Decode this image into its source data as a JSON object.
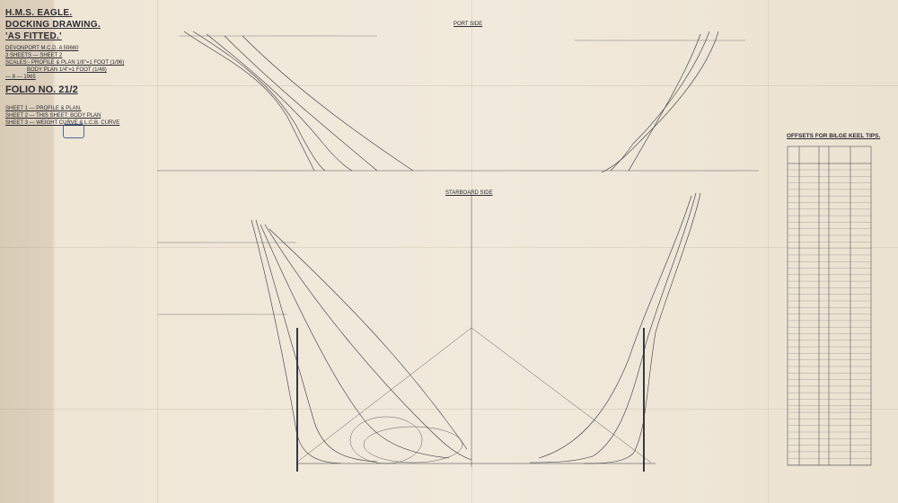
{
  "title_block": {
    "ship": "H.M.S. EAGLE.",
    "drawing": "DOCKING DRAWING.",
    "status": "'AS FITTED.'",
    "ref": "DEVONPORT M.C.D. A 59660",
    "sheets": "3 SHEETS — SHEET 2",
    "scale_1": "SCALES:- PROFILE & PLAN 1/8\"=1 FOOT (1/96)",
    "scale_2": "BODY PLAN 1/4\"=1 FOOT (1/48)",
    "date": "— 8 — 1965",
    "folio": "FOLIO NO. 21/2",
    "sheet_list": [
      "SHEET 1 — PROFILE & PLAN.",
      "SHEET 2 — THIS SHEET: BODY PLAN",
      "SHEET 3 — WEIGHT CURVE & L.C.B. CURVE"
    ]
  },
  "views": {
    "port": "PORT SIDE",
    "starboard": "STARBOARD SIDE"
  },
  "table": {
    "title": "OFFSETS FOR BILGE KEEL TIPS."
  },
  "colors": {
    "paper": "#eee5d5",
    "ink": "#2c2a33",
    "stamp": "#4a6aa0"
  }
}
